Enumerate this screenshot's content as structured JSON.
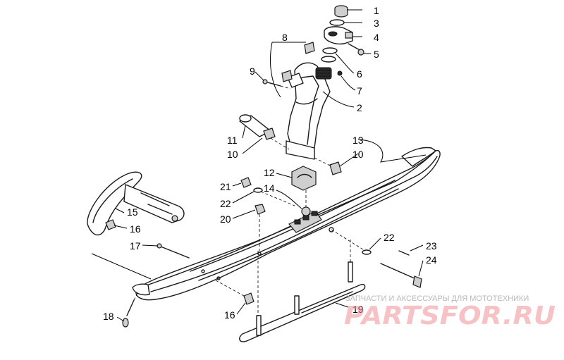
{
  "diagram": {
    "callouts": [
      {
        "id": "c1",
        "label": "1"
      },
      {
        "id": "c3",
        "label": "3"
      },
      {
        "id": "c4",
        "label": "4"
      },
      {
        "id": "c5",
        "label": "5"
      },
      {
        "id": "c6",
        "label": "6"
      },
      {
        "id": "c7",
        "label": "7"
      },
      {
        "id": "c2",
        "label": "2"
      },
      {
        "id": "c8",
        "label": "8"
      },
      {
        "id": "c9",
        "label": "9"
      },
      {
        "id": "c11",
        "label": "11"
      },
      {
        "id": "c10a",
        "label": "10"
      },
      {
        "id": "c13",
        "label": "13"
      },
      {
        "id": "c10b",
        "label": "10"
      },
      {
        "id": "c12",
        "label": "12"
      },
      {
        "id": "c14",
        "label": "14"
      },
      {
        "id": "c21",
        "label": "21"
      },
      {
        "id": "c22a",
        "label": "22"
      },
      {
        "id": "c20",
        "label": "20"
      },
      {
        "id": "c15",
        "label": "15"
      },
      {
        "id": "c16a",
        "label": "16"
      },
      {
        "id": "c17",
        "label": "17"
      },
      {
        "id": "c22b",
        "label": "22"
      },
      {
        "id": "c23",
        "label": "23"
      },
      {
        "id": "c24",
        "label": "24"
      },
      {
        "id": "c18",
        "label": "18"
      },
      {
        "id": "c16b",
        "label": "16"
      },
      {
        "id": "c19",
        "label": "19"
      }
    ]
  },
  "watermark": {
    "caption": "ЗАПЧАСТИ И АКСЕССУАРЫ ДЛЯ МОТОТЕХНИКИ",
    "logo": "PARTSFOR.RU"
  }
}
